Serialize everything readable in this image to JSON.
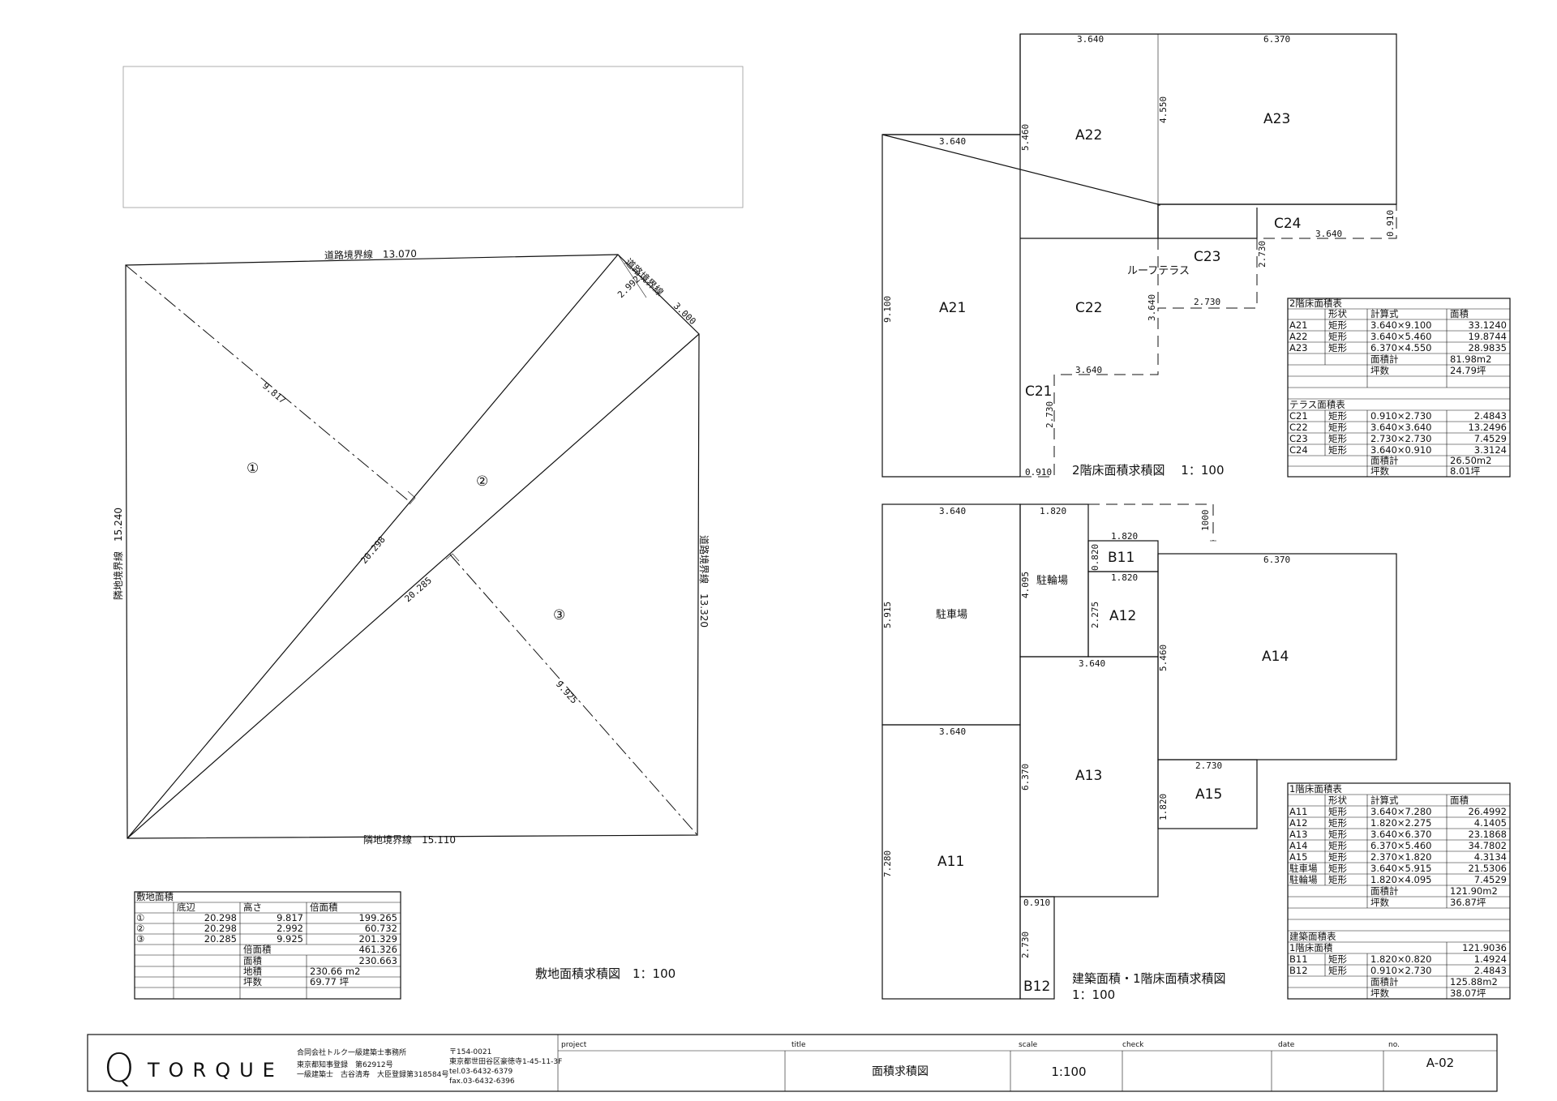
{
  "site_plan": {
    "boundaries": {
      "road_top": "道路境界線　13.070",
      "road_corner": "道路境界線",
      "road_corner_len": "3.000",
      "road_right": "道路境界線　13.320",
      "neighbor_left": "隣地境界線　15.240",
      "neighbor_bottom": "隣地境界線　15.110"
    },
    "diagonals": {
      "d1": "20.298",
      "d2": "20.285",
      "h1": "9.817",
      "h2": "2.992",
      "h3": "9.925"
    },
    "regions": [
      "①",
      "②",
      "③"
    ],
    "caption": "敷地面積求積図　1：100",
    "area_table": {
      "title": "敷地面積",
      "headers": [
        "",
        "底辺",
        "高さ",
        "倍面積"
      ],
      "rows": [
        [
          "①",
          "20.298",
          "9.817",
          "199.265"
        ],
        [
          "②",
          "20.298",
          "2.992",
          "60.732"
        ],
        [
          "③",
          "20.285",
          "9.925",
          "201.329"
        ]
      ],
      "summary": [
        [
          "倍面積",
          "461.326"
        ],
        [
          "面積",
          "230.663"
        ],
        [
          "地積",
          "230.66 m2"
        ],
        [
          "坪数",
          "69.77 坪"
        ]
      ]
    }
  },
  "floor2": {
    "caption": "2階床面積求積図　 1：100",
    "rooms": {
      "A21": "A21",
      "A22": "A22",
      "A23": "A23",
      "C21": "C21",
      "C22": "C22",
      "C23": "C23",
      "C24": "C24",
      "terrace": "ルーフテラス"
    },
    "dims": {
      "t1": "3.640",
      "t2": "6.370",
      "a21w": "3.640",
      "a21h": "9.100",
      "a22h": "5.460",
      "a23h": "4.550",
      "c24w": "3.640",
      "c24h": "0.910",
      "c23h": "2.730",
      "c23w": "2.730",
      "c22h": "3.640",
      "c22w": "3.640",
      "c21h": "2.730",
      "c21w": "0.910"
    },
    "table": {
      "title": "2階床面積表",
      "headers": [
        "",
        "形状",
        "計算式",
        "面積"
      ],
      "rows": [
        [
          "A21",
          "矩形",
          "3.640×9.100",
          "33.1240"
        ],
        [
          "A22",
          "矩形",
          "3.640×5.460",
          "19.8744"
        ],
        [
          "A23",
          "矩形",
          "6.370×4.550",
          "28.9835"
        ]
      ],
      "sum_label": "面積計",
      "sum_value": "81.98m2",
      "tsubo_label": "坪数",
      "tsubo_value": "24.79坪",
      "terrace_title": "テラス面積表",
      "terrace_rows": [
        [
          "C21",
          "矩形",
          "0.910×2.730",
          "2.4843"
        ],
        [
          "C22",
          "矩形",
          "3.640×3.640",
          "13.2496"
        ],
        [
          "C23",
          "矩形",
          "2.730×2.730",
          "7.4529"
        ],
        [
          "C24",
          "矩形",
          "3.640×0.910",
          "3.3124"
        ]
      ],
      "terrace_sum_label": "面積計",
      "terrace_sum_value": "26.50m2",
      "terrace_tsubo_label": "坪数",
      "terrace_tsubo_value": "8.01坪"
    }
  },
  "floor1": {
    "caption1": "建築面積・1階床面積求積図",
    "caption2": "1：100",
    "rooms": {
      "parking": "駐車場",
      "bike": "駐輪場",
      "A11": "A11",
      "A12": "A12",
      "A13": "A13",
      "A14": "A14",
      "A15": "A15",
      "B11": "B11",
      "B12": "B12"
    },
    "dims": {
      "p_w": "3.640",
      "p_h": "5.915",
      "bike_w": "1.820",
      "bike_h": "4.095",
      "b11_w": "1.820",
      "b11_h": "0.820",
      "b11_w2": "1.820",
      "gap": "1000",
      "a12_h": "2.275",
      "a14_w": "6.370",
      "a14_h": "5.460",
      "a13_w": "3.640",
      "a13_h": "6.370",
      "a11_w": "3.640",
      "a11_h": "7.280",
      "a15_w": "2.730",
      "a15_h": "1.820",
      "b12_w": "0.910",
      "b12_h": "2.730"
    },
    "table": {
      "title": "1階床面積表",
      "headers": [
        "",
        "形状",
        "計算式",
        "面積"
      ],
      "rows": [
        [
          "A11",
          "矩形",
          "3.640×7.280",
          "26.4992"
        ],
        [
          "A12",
          "矩形",
          "1.820×2.275",
          "4.1405"
        ],
        [
          "A13",
          "矩形",
          "3.640×6.370",
          "23.1868"
        ],
        [
          "A14",
          "矩形",
          "6.370×5.460",
          "34.7802"
        ],
        [
          "A15",
          "矩形",
          "2.370×1.820",
          "4.3134"
        ],
        [
          "駐車場",
          "矩形",
          "3.640×5.915",
          "21.5306"
        ],
        [
          "駐輪場",
          "矩形",
          "1.820×4.095",
          "7.4529"
        ]
      ],
      "sum_label": "面積計",
      "sum_value": "121.90m2",
      "tsubo_label": "坪数",
      "tsubo_value": "36.87坪",
      "build_title": "建築面積表",
      "build_sub_label": "1階床面積",
      "build_sub_value": "121.9036",
      "build_rows": [
        [
          "B11",
          "矩形",
          "1.820×0.820",
          "1.4924"
        ],
        [
          "B12",
          "矩形",
          "0.910×2.730",
          "2.4843"
        ]
      ],
      "build_sum_label": "面積計",
      "build_sum_value": "125.88m2",
      "build_tsubo_label": "坪数",
      "build_tsubo_value": "38.07坪"
    }
  },
  "title_block": {
    "logo_mark": "Q",
    "logo_text": "TORQUE",
    "company": "合同会社トルク一級建築士事務所",
    "reg1": "東京都知事登録　第62912号",
    "reg2": "一級建築士　古谷清寿　大臣登録第318584号",
    "postal": "〒154-0021",
    "address": "東京都世田谷区豪徳寺1-45-11-3F",
    "tel": "tel.03-6432-6379",
    "fax": "fax.03-6432-6396",
    "labels": {
      "project": "project",
      "title": "title",
      "scale": "scale",
      "check": "check",
      "date": "date",
      "no": "no."
    },
    "values": {
      "project": "",
      "title": "面積求積図",
      "scale": "1:100",
      "check": "",
      "date": "",
      "no": "A-02"
    }
  }
}
